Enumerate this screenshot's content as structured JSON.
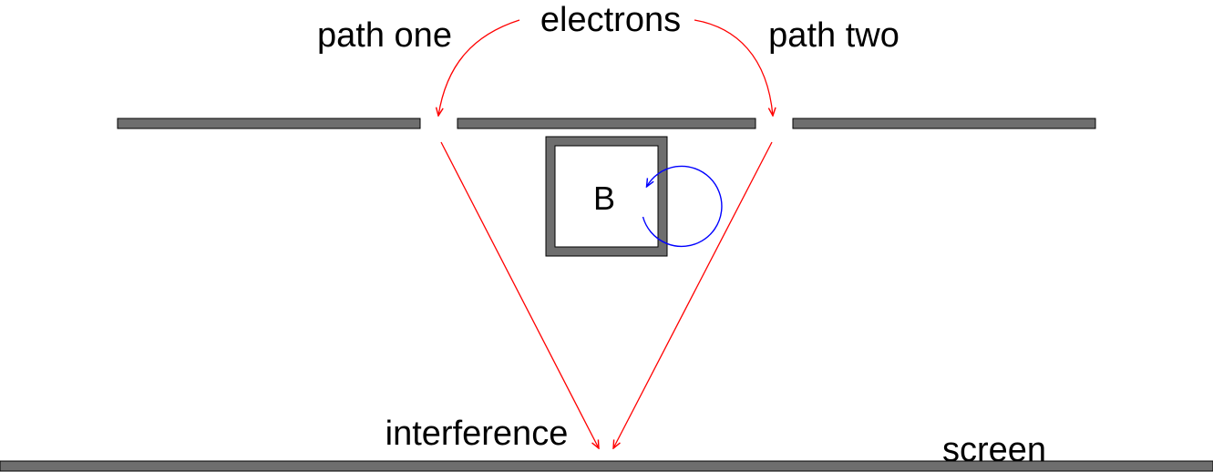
{
  "labels": {
    "electrons": "electrons",
    "path_one": "path one",
    "path_two": "path two",
    "field": "B",
    "interference": "interference",
    "screen": "screen"
  },
  "colors": {
    "barrier_fill": "#6e6e6e",
    "barrier_stroke": "#000000",
    "electron_path": "#ff0000",
    "field_circulation": "#0000ff",
    "solenoid_inner": "#ffffff",
    "background": "#ffffff"
  }
}
